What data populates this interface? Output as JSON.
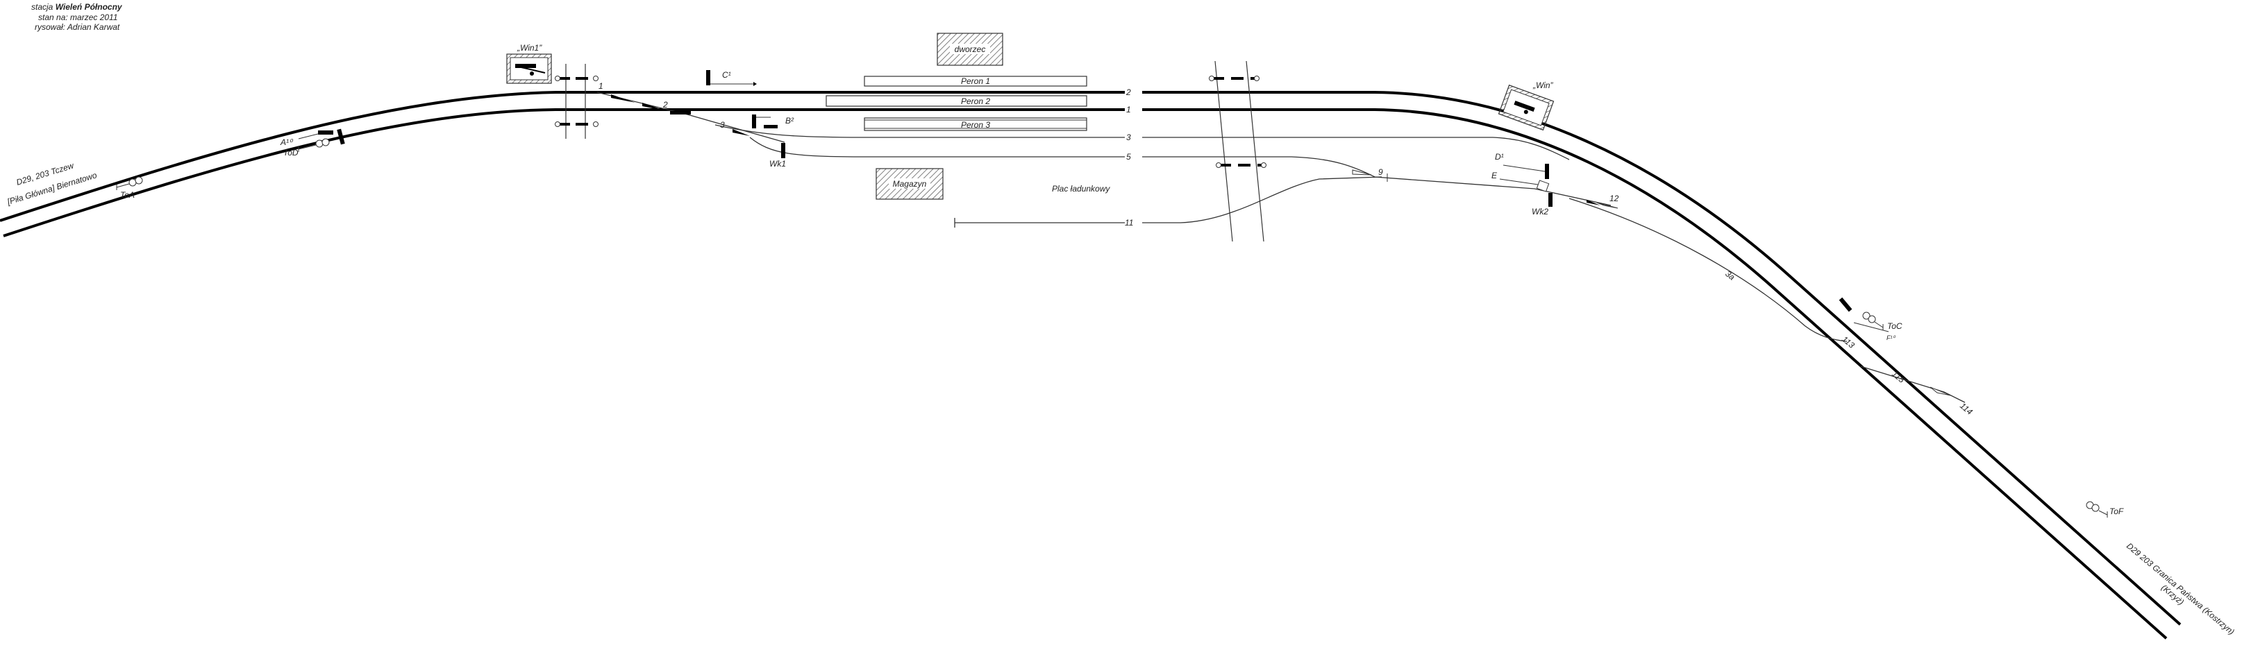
{
  "header": {
    "station_prefix": "stacja ",
    "station_name": "Wieleń Północny",
    "state_line": "stan na: marzec 2011",
    "author_line": "rysował: Adrian Karwat"
  },
  "line_labels": {
    "left_line": "D29, 203 Tczew",
    "left_line_sub": "[Piła Główna] Biernatowo",
    "right_line": "D29 203 Granica Państwa (Kostrzyn)",
    "right_line_sub": "(Krzyż)"
  },
  "buildings": {
    "station_building": "dworzec",
    "warehouse": "Magazyn",
    "box_win1": "„Win1”",
    "box_win": "„Win”"
  },
  "platforms": [
    "Peron 1",
    "Peron 2",
    "Peron 3"
  ],
  "tracks": [
    "2",
    "1",
    "3",
    "5",
    "11",
    "3a"
  ],
  "switches": [
    "1",
    "2",
    "3",
    "9",
    "12",
    "113",
    "114",
    "115"
  ],
  "signals": [
    "C¹",
    "B²",
    "A¹⁰",
    "D¹",
    "E",
    "F¹⁰"
  ],
  "track_circuits": [
    "ToA",
    "ToD",
    "ToC",
    "ToF"
  ],
  "derailers": [
    "Wk1",
    "Wk2"
  ],
  "areas": {
    "loading_area": "Plac ładunkowy"
  }
}
